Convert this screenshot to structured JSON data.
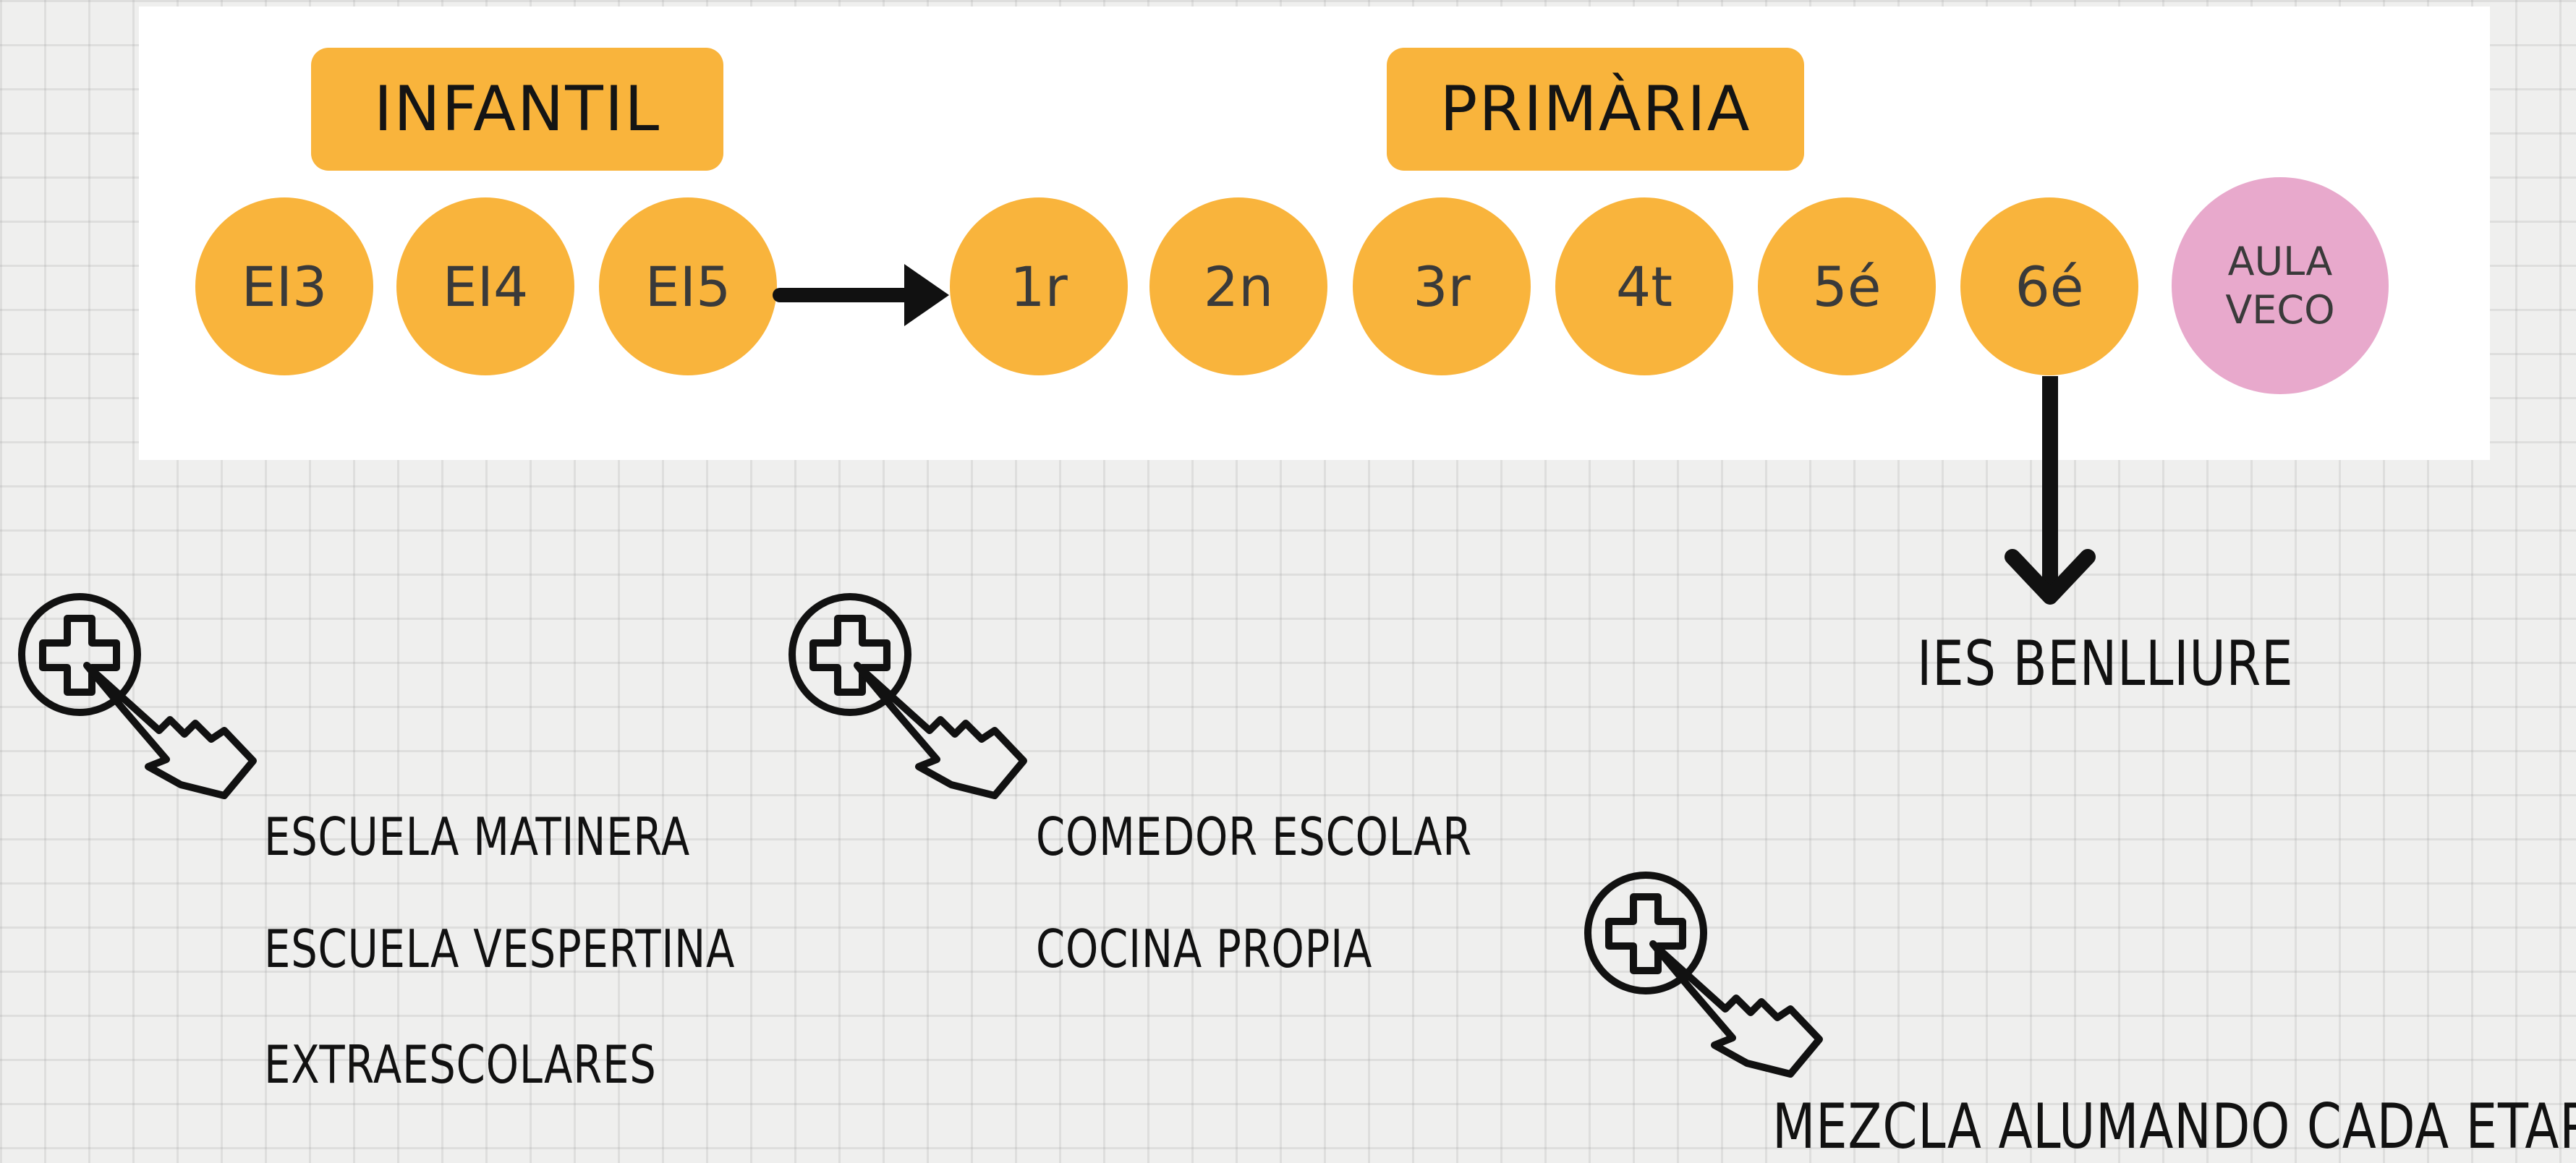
{
  "infantil": {
    "label": "INFANTIL",
    "items": [
      "EI3",
      "EI4",
      "EI5"
    ]
  },
  "primaria": {
    "label": "PRIMÀRIA",
    "items": [
      "1r",
      "2n",
      "3r",
      "4t",
      "5é",
      "6é"
    ]
  },
  "aula_veco": {
    "line1": "AULA",
    "line2": "VECO"
  },
  "ies": {
    "label": "IES BENLLIURE"
  },
  "services": {
    "group1": [
      "ESCUELA MATINERA",
      "ESCUELA VESPERTINA",
      "EXTRAESCOLARES"
    ],
    "group2": [
      "COMEDOR ESCOLAR",
      "COCINA PROPIA"
    ],
    "group3": [
      "MEZCLA ALUMANDO CADA ETAPA"
    ]
  },
  "icons": [
    "plus-hand-icon",
    "plus-hand-icon",
    "plus-hand-icon"
  ],
  "colors": {
    "accent": "#f9b43c",
    "pink": "#e8a9cc",
    "panel": "#ffffff",
    "ink": "#111111"
  }
}
